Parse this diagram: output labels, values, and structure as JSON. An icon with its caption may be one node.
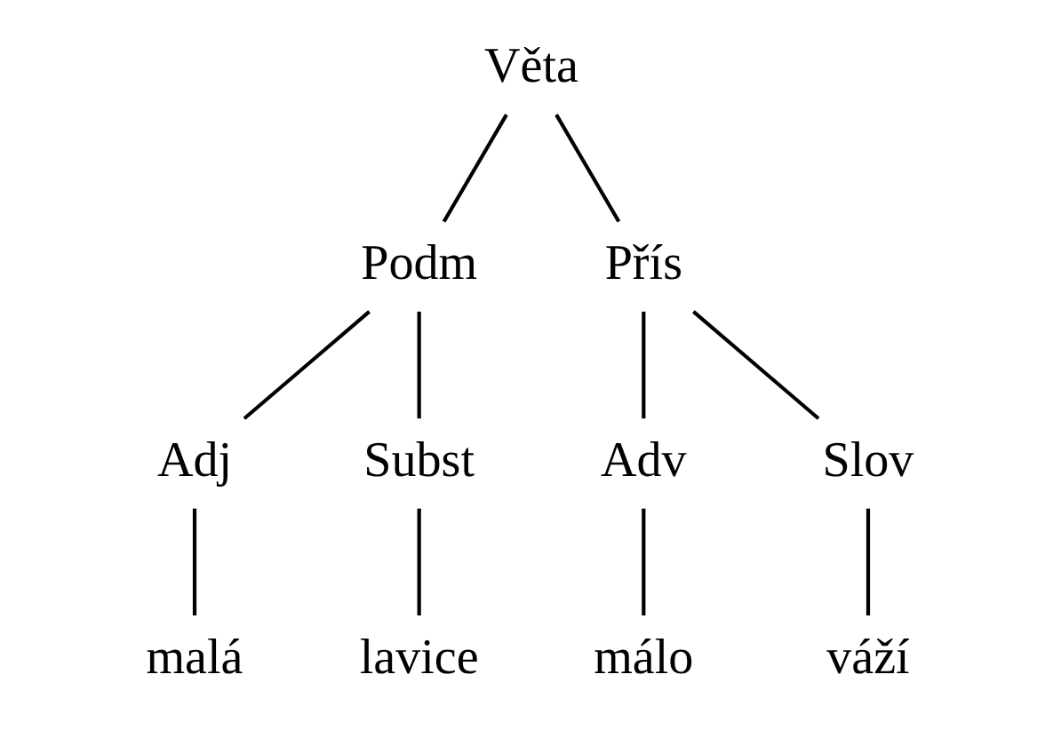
{
  "diagram": {
    "nodes": [
      {
        "text": [
          "Věta"
        ]
      },
      {
        "text": [
          "Podm"
        ]
      },
      {
        "text": [
          "Přís"
        ]
      },
      {
        "text": [
          "Adj"
        ]
      },
      {
        "text": [
          "Subst"
        ]
      },
      {
        "text": [
          "Adv"
        ]
      },
      {
        "text": [
          "Slov"
        ]
      },
      {
        "text": [
          "malá"
        ]
      },
      {
        "text": [
          "lavice"
        ]
      },
      {
        "text": [
          "málo"
        ]
      },
      {
        "text": [
          "váží"
        ]
      }
    ],
    "edges": [
      {
        "from": 0,
        "to": 1,
        "arrow": "none"
      },
      {
        "from": 0,
        "to": 2,
        "arrow": "none"
      },
      {
        "from": 1,
        "to": 3,
        "arrow": "none"
      },
      {
        "from": 1,
        "to": 4,
        "arrow": "none"
      },
      {
        "from": 2,
        "to": 5,
        "arrow": "none"
      },
      {
        "from": 2,
        "to": 6,
        "arrow": "none"
      },
      {
        "from": 3,
        "to": 7,
        "arrow": "none"
      },
      {
        "from": 4,
        "to": 8,
        "arrow": "none"
      },
      {
        "from": 5,
        "to": 9,
        "arrow": "none"
      },
      {
        "from": 6,
        "to": 10,
        "arrow": "none"
      }
    ]
  }
}
